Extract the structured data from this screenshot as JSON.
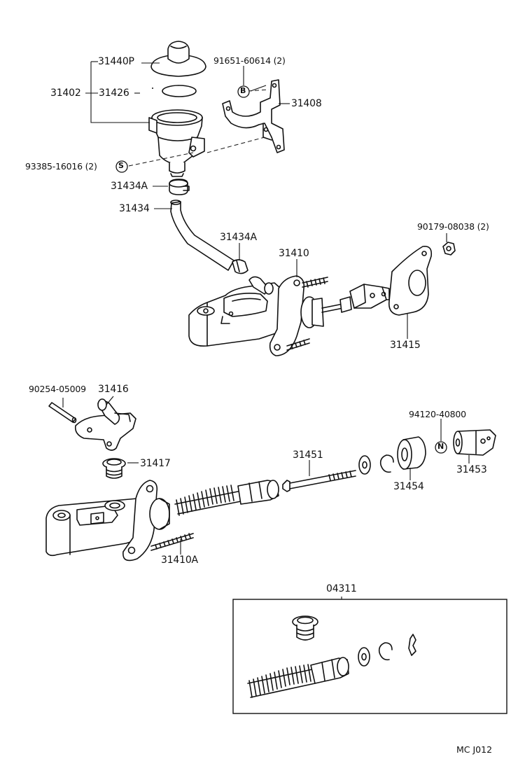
{
  "callouts": {
    "c31440P": "31440P",
    "c31402": "31402",
    "c31426": "31426",
    "c91651": "91651-60614 (2)",
    "c31408": "31408",
    "c93385": "93385-16016 (2)",
    "c31434A_top": "31434A",
    "c31434": "31434",
    "c31434A_mid": "31434A",
    "c31410": "31410",
    "c90179": "90179-08038 (2)",
    "c31415": "31415",
    "c90254": "90254-05009",
    "c31416": "31416",
    "c31417": "31417",
    "c31451": "31451",
    "c94120": "94120-40800",
    "c31454": "31454",
    "c31453": "31453",
    "c31410A": "31410A",
    "c04311": "04311"
  },
  "markers": {
    "b": "B",
    "s": "S",
    "n": "N"
  },
  "footer": {
    "code": "MC J012"
  }
}
